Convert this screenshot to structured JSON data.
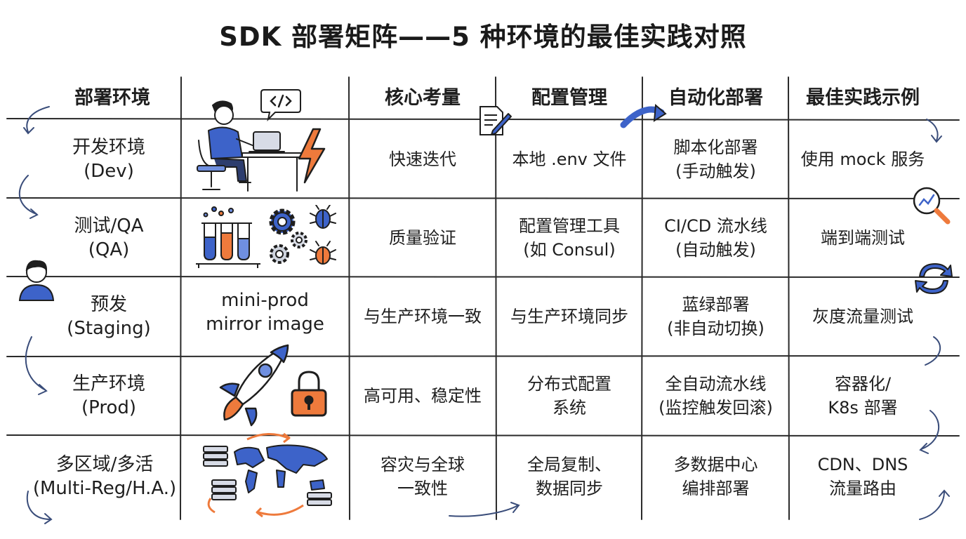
{
  "title": "SDK 部署矩阵——5 种环境的最佳实践对照",
  "headers": {
    "env": "部署环境",
    "core": "核心考量",
    "config": "配置管理",
    "automation": "自动化部署",
    "example": "最佳实践示例"
  },
  "rows": [
    {
      "env": [
        "开发环境",
        "(Dev)"
      ],
      "core": [
        "快速迭代"
      ],
      "config": [
        "本地 .env 文件"
      ],
      "automation": [
        "脚本化部署",
        "(手动触发)"
      ],
      "example": [
        "使用 mock 服务"
      ]
    },
    {
      "env": [
        "测试/QA",
        "(QA)"
      ],
      "core": [
        "质量验证"
      ],
      "config": [
        "配置管理工具",
        "(如 Consul)"
      ],
      "automation": [
        "CI/CD 流水线",
        "(自动触发)"
      ],
      "example": [
        "端到端测试"
      ]
    },
    {
      "env": [
        "预发",
        "(Staging)"
      ],
      "visual": [
        "mini-prod",
        "mirror image"
      ],
      "core": [
        "与生产环境一致"
      ],
      "config": [
        "与生产环境同步"
      ],
      "automation": [
        "蓝绿部署",
        "(非自动切换)"
      ],
      "example": [
        "灰度流量测试"
      ]
    },
    {
      "env": [
        "生产环境",
        "(Prod)"
      ],
      "core": [
        "高可用、稳定性"
      ],
      "config": [
        "分布式配置",
        "系统"
      ],
      "automation": [
        "全自动流水线",
        "(监控触发回滚)"
      ],
      "example": [
        "容器化/",
        "K8s 部署"
      ]
    },
    {
      "env": [
        "多区域/多活",
        "(Multi-Reg/H.A.)"
      ],
      "core": [
        "容灾与全球",
        "一致性"
      ],
      "config": [
        "全局复制、",
        "数据同步"
      ],
      "automation": [
        "多数据中心",
        "编排部署"
      ],
      "example": [
        "CDN、DNS",
        "流量路由"
      ]
    }
  ],
  "icons": {
    "code": "code-bubble-icon",
    "developer": "developer-at-laptop-icon",
    "lightning": "lightning-icon",
    "document": "document-pen-icon",
    "tubes": "test-tubes-icon",
    "gears": "gears-icon",
    "bugs": "bugs-icon",
    "person": "person-avatar-icon",
    "search": "magnifier-chart-icon",
    "refresh": "refresh-cycle-icon",
    "rocket": "rocket-icon",
    "lock": "padlock-icon",
    "globe": "world-map-servers-icon"
  },
  "colors": {
    "ink": "#1e1e1e",
    "blue": "#3d63c9",
    "blue_light": "#6f8fe0",
    "orange": "#ee7a3c"
  }
}
